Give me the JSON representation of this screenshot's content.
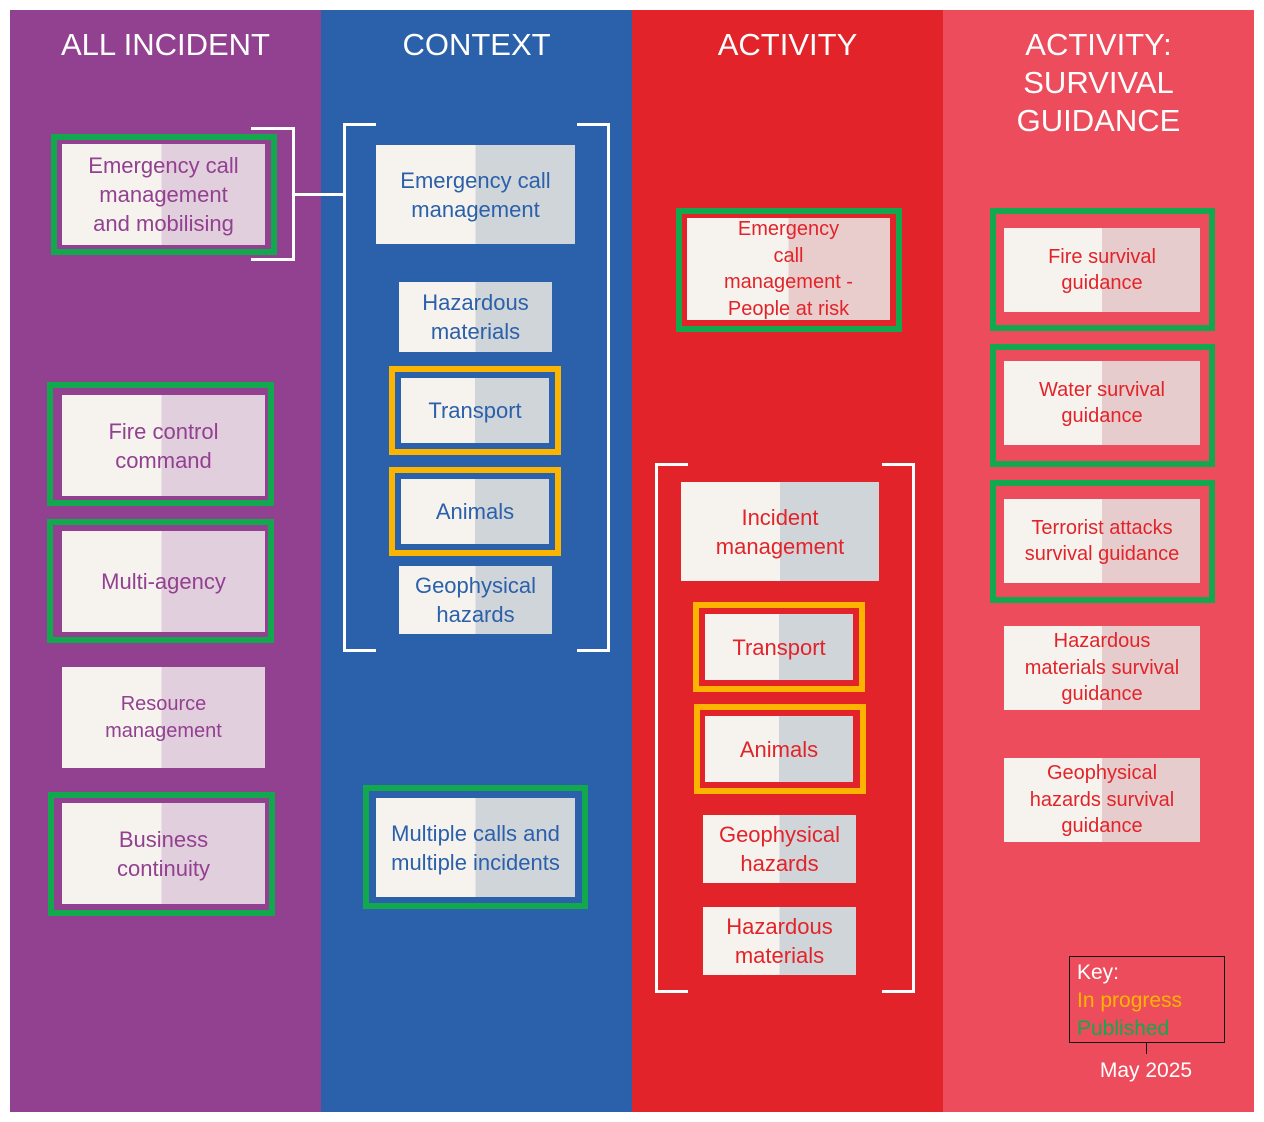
{
  "columns": {
    "all_incident": {
      "title": "ALL INCIDENT"
    },
    "context": {
      "title": "CONTEXT"
    },
    "activity": {
      "title": "ACTIVITY"
    },
    "survival": {
      "title": "ACTIVITY:\nSURVIVAL\nGUIDANCE"
    }
  },
  "all_incident_items": [
    {
      "label": "Emergency call\nmanagement\nand mobilising",
      "status": "published"
    },
    {
      "label": "Fire control\ncommand",
      "status": "published"
    },
    {
      "label": "Multi-agency",
      "status": "published"
    },
    {
      "label": "Resource\nmanagement",
      "status": "none"
    },
    {
      "label": "Business\ncontinuity",
      "status": "published"
    }
  ],
  "context_items": [
    {
      "label": "Emergency call\nmanagement",
      "status": "none"
    },
    {
      "label": "Hazardous\nmaterials",
      "status": "none"
    },
    {
      "label": "Transport",
      "status": "in-progress"
    },
    {
      "label": "Animals",
      "status": "in-progress"
    },
    {
      "label": "Geophysical\nhazards",
      "status": "none"
    },
    {
      "label": "Multiple calls and\nmultiple incidents",
      "status": "published"
    }
  ],
  "activity_items": [
    {
      "label": "Emergency\ncall\nmanagement -\nPeople at risk",
      "status": "published"
    },
    {
      "label": "Incident\nmanagement",
      "status": "none"
    },
    {
      "label": "Transport",
      "status": "in-progress"
    },
    {
      "label": "Animals",
      "status": "in-progress"
    },
    {
      "label": "Geophysical\nhazards",
      "status": "none"
    },
    {
      "label": "Hazardous\nmaterials",
      "status": "none"
    }
  ],
  "survival_items": [
    {
      "label": "Fire survival\nguidance",
      "status": "published"
    },
    {
      "label": "Water survival\nguidance",
      "status": "published"
    },
    {
      "label": "Terrorist attacks\nsurvival guidance",
      "status": "published"
    },
    {
      "label": "Hazardous\nmaterials survival\nguidance",
      "status": "none"
    },
    {
      "label": "Geophysical\nhazards survival\nguidance",
      "status": "none"
    }
  ],
  "key": {
    "title": "Key:",
    "in_progress": "In progress",
    "published": "Published",
    "date": "May 2025"
  },
  "colors": {
    "all_incident_bg": "#924090",
    "context_bg": "#2b60aa",
    "activity_bg": "#e2242a",
    "survival_bg": "#ed4c5c",
    "published": "#12a94e",
    "in_progress": "#fbb400"
  }
}
